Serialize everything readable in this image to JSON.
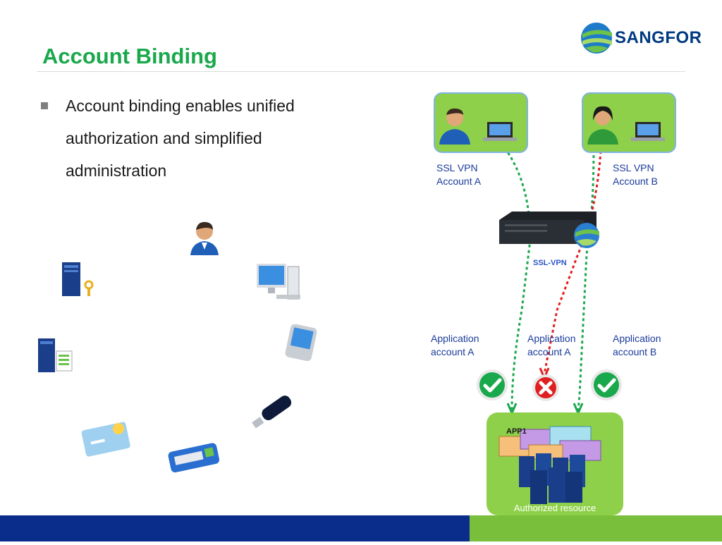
{
  "header": {
    "title": "Account Binding",
    "logo_text": "SANGFOR"
  },
  "bullets": [
    "Account binding enables unified",
    "authorization and simplified",
    "administration"
  ],
  "diagram": {
    "user_a_label_1": "SSL VPN",
    "user_a_label_2": "Account  A",
    "user_b_label_1": "SSL VPN",
    "user_b_label_2": "Account  B",
    "device_label": "SSL-VPN",
    "app_labels": [
      {
        "l1": "Application",
        "l2": "account  A"
      },
      {
        "l1": "Application",
        "l2": "account  A"
      },
      {
        "l1": "Application",
        "l2": "account  B"
      }
    ],
    "resource_caption": "Authorized resource",
    "app_tile_label": "APP1"
  },
  "colors": {
    "title_green": "#1aa84c",
    "box_green": "#8ed04a",
    "allowed": "#1aa84c",
    "denied": "#e02020",
    "footer_blue": "#0a2d8c",
    "footer_green": "#79bf3b"
  },
  "icons": [
    "user-icon",
    "server-key-icon",
    "desktop-computer-icon",
    "server-doc-icon",
    "pda-icon",
    "usb-key-icon",
    "id-card-icon",
    "token-icon",
    "laptop-icon",
    "check-icon",
    "x-icon"
  ]
}
